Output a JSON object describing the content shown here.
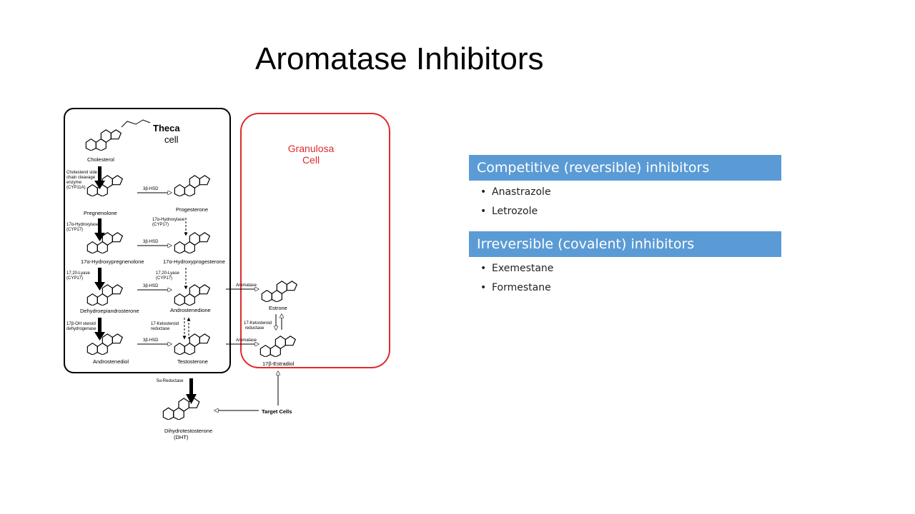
{
  "slide": {
    "title": "Aromatase Inhibitors"
  },
  "diagram": {
    "theca_label": [
      "Theca",
      "cell"
    ],
    "granulosa_label": [
      "Granulosa",
      "Cell"
    ],
    "compounds": {
      "cholesterol": "Cholesterol",
      "pregnenolone": "Pregnenolone",
      "progesterone": "Progesterone",
      "hydroxypregnenolone": "17α-Hydroxypregnenolone",
      "hydroxyprogesterone": "17α-Hydroxyprogesterone",
      "dhea": "Dehydroepiandrosterone",
      "androstenedione": "Androstenedione",
      "androstenediol": "Androstenediol",
      "testosterone": "Testosterone",
      "estrone": "Estrone",
      "estradiol": "17β-Estradiol",
      "dht": "Dihydrotestosterone",
      "dht_abbr": "(DHT)",
      "target_cells": "Target Cells"
    },
    "enzymes": {
      "scc": [
        "Cholesterol side",
        "chain cleavage",
        "enzyme",
        "(CYP11A)"
      ],
      "hsd_1": "3β-HSD",
      "hsd_2": "3β-HSD",
      "hsd_3": "3β-HSD",
      "hsd_4": "3β-HSD",
      "hydroxylase_left": [
        "17α-Hydroxylase",
        "(CYP17)"
      ],
      "hydroxylase_right": [
        "17α-Hydroxylase",
        "(CYP17)"
      ],
      "lyase_left": [
        "17,20-Lyase",
        "(CYP17)"
      ],
      "lyase_right": [
        "17,20-Lyase",
        "(CYP17)"
      ],
      "dehydrogenase": [
        "17β-OH steroid",
        "dehydrogenase"
      ],
      "ketosteroid_left": [
        "17-Ketosteroid",
        "reductase"
      ],
      "ketosteroid_right": [
        "17-Ketosteroid",
        "reductase"
      ],
      "aromatase_1": "Aromatase",
      "aromatase_2": "Aromatase",
      "reductase": "5α-Reductase"
    }
  },
  "sections": [
    {
      "heading": "Competitive (reversible) inhibitors",
      "items": [
        "Anastrazole",
        "Letrozole"
      ]
    },
    {
      "heading": "Irreversible (covalent) inhibitors",
      "items": [
        "Exemestane",
        "Formestane"
      ]
    }
  ],
  "colors": {
    "accent_blue": "#5b9bd5",
    "granulosa_red": "#e02a2a"
  }
}
